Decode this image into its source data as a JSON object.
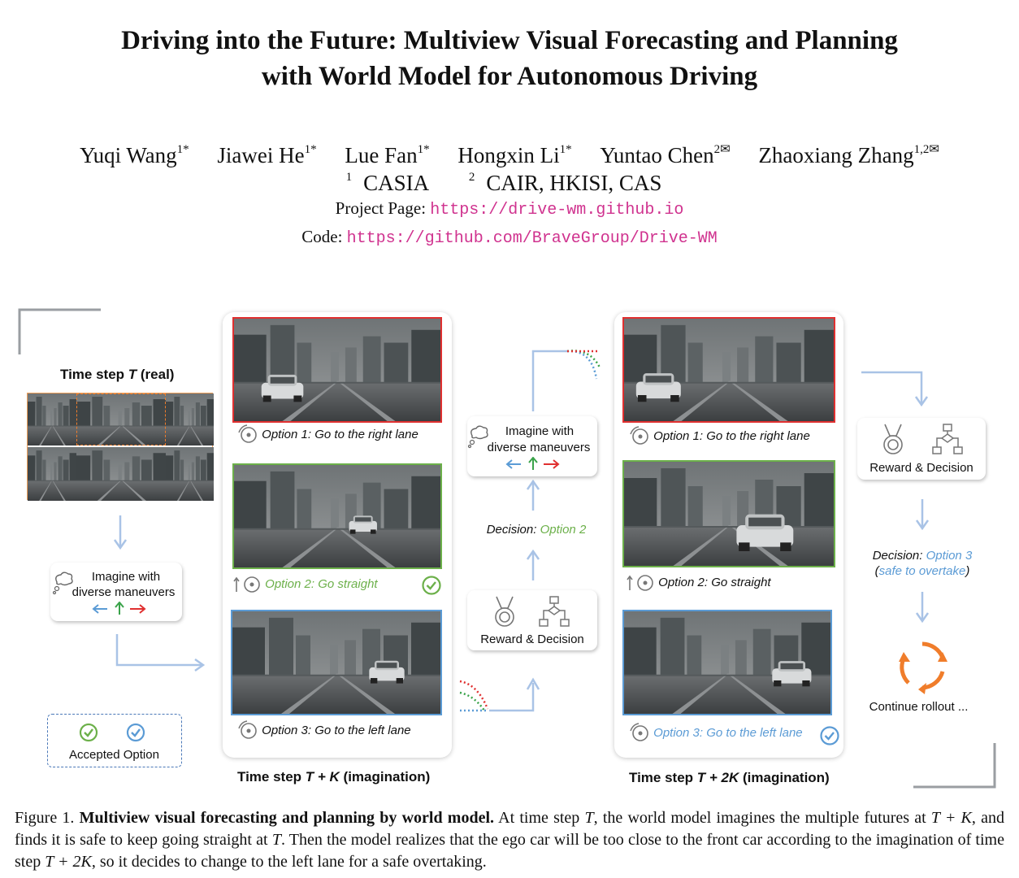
{
  "title_line1": "Driving into the Future: Multiview Visual Forecasting and Planning",
  "title_line2": "with World Model for Autonomous Driving",
  "authors": [
    {
      "name": "Yuqi Wang",
      "sup": "1*"
    },
    {
      "name": "Jiawei He",
      "sup": "1*"
    },
    {
      "name": "Lue Fan",
      "sup": "1*"
    },
    {
      "name": "Hongxin Li",
      "sup": "1*"
    },
    {
      "name": "Yuntao Chen",
      "sup": "2✉"
    },
    {
      "name": "Zhaoxiang Zhang",
      "sup": "1,2✉"
    }
  ],
  "affiliations": [
    {
      "sup": "1",
      "name": "CASIA"
    },
    {
      "sup": "2",
      "name": "CAIR, HKISI, CAS"
    }
  ],
  "project_label": "Project Page:",
  "project_url": "https://drive-wm.github.io",
  "code_label": "Code:",
  "code_url": "https://github.com/BraveGroup/Drive-WM",
  "figure": {
    "time_t_prefix": "Time step ",
    "time_t_var": "T",
    "time_t_suffix": " (real)",
    "imagine_line1": "Imagine with",
    "imagine_line2": "diverse maneuvers",
    "accepted_option": "Accepted Option",
    "tk_prefix": "Time step ",
    "tk_var": "T + K",
    "tk_suffix": "  (imagination)",
    "t2k_prefix": "Time step ",
    "t2k_var": "T + 2K",
    "t2k_suffix": "  (imagination)",
    "option1_prefix": "Option 1: ",
    "option1_text": "Go to the right lane",
    "option2_prefix": "Option 2: ",
    "option2_text": "Go straight",
    "option3_prefix": "Option 3: ",
    "option3_text": "Go to the left lane",
    "decision_label": "Decision",
    "decision_mid_value": "Option 2",
    "reward_decision": "Reward  &  Decision",
    "decision_right_value": "Option 3",
    "decision_right_note": "safe to overtake",
    "continue_rollout": "Continue rollout ...",
    "colors": {
      "red": "#e03030",
      "green": "#6cb04a",
      "blue": "#5b9bd5",
      "orange": "#f07d2b"
    }
  },
  "caption": {
    "prefix": "Figure 1. ",
    "bold": "Multiview visual forecasting and planning by world model.",
    "t1": " At time step ",
    "m1": "T",
    "t2": ", the world model imagines the multiple futures at ",
    "m2": "T + K",
    "t3": ", and finds it is safe to keep going straight at ",
    "m3": "T",
    "t4": ". Then the model realizes that the ego car will be too close to the front car according to the imagination of time step ",
    "m4": "T + 2K",
    "t5": ", so it decides to change to the left lane for a safe overtaking."
  }
}
